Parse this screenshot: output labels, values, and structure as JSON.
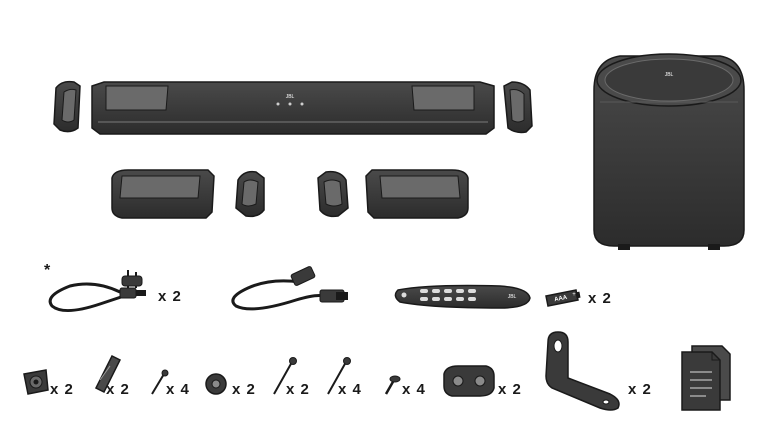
{
  "soundbar": {
    "logo_text": "JBL"
  },
  "subwoofer": {
    "logo_text": "JBL"
  },
  "remote": {
    "logo_text": "JBL"
  },
  "battery": {
    "label": "AAA",
    "polarity": "+"
  },
  "power_cord": {
    "footnote_mark": "*"
  },
  "quantities": {
    "power_cord": "x 2",
    "battery": "x 2",
    "wall_anchor_cap": "x 2",
    "wall_plug": "x 2",
    "small_screw": "x 4",
    "washer": "x 2",
    "long_screw_a": "x 2",
    "long_screw_b": "x 4",
    "short_screw": "x 4",
    "clip": "x 2",
    "wall_bracket": "x 2"
  },
  "colors": {
    "outline": "#1a1a1a",
    "body": "#3a3a3a",
    "highlight": "#5a5a5a",
    "paper": "#ffffff"
  }
}
